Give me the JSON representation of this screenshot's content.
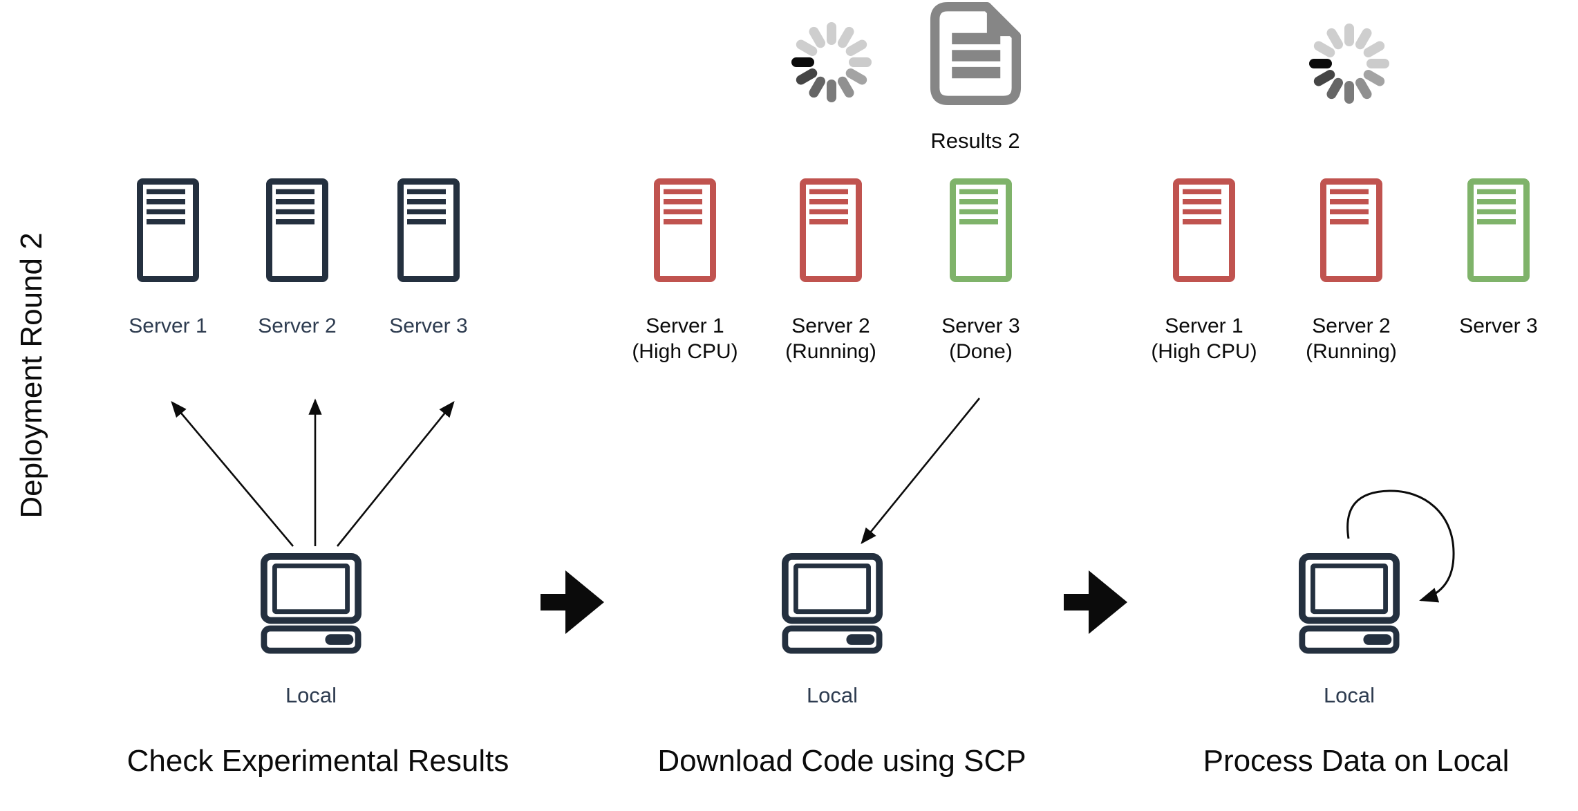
{
  "diagram": {
    "row_label": "Deployment Round 2",
    "icons": {
      "spinner": "loading-spinner-icon",
      "document": "results-document-icon",
      "server": "server-rack-icon",
      "computer": "local-computer-icon",
      "big_arrow": "next-step-arrow-icon",
      "fan_arrows": "local-to-servers-arrows",
      "scp_arrow": "server3-to-local-arrow",
      "loop_arrow": "local-self-loop-arrow"
    },
    "colors": {
      "server_navy": "#24303F",
      "server_busy_red": "#C0534F",
      "server_done_green": "#7FB36A",
      "document_gray": "#868686",
      "navy_text": "#2E3C50",
      "black_text": "#0B0B0B"
    },
    "panels": [
      {
        "caption": "Check Experimental Results",
        "local_label": "Local",
        "servers": [
          {
            "name": "Server 1",
            "status": "",
            "color": "navy"
          },
          {
            "name": "Server 2",
            "status": "",
            "color": "navy"
          },
          {
            "name": "Server 3",
            "status": "",
            "color": "navy"
          }
        ]
      },
      {
        "caption": "Download Code using SCP",
        "artifact_label": "Results 2",
        "local_label": "Local",
        "servers": [
          {
            "name": "Server 1",
            "status": "(High CPU)",
            "color": "red"
          },
          {
            "name": "Server 2",
            "status": "(Running)",
            "color": "red"
          },
          {
            "name": "Server 3",
            "status": "(Done)",
            "color": "green"
          }
        ]
      },
      {
        "caption": "Process Data on Local",
        "local_label": "Local",
        "servers": [
          {
            "name": "Server 1",
            "status": "(High CPU)",
            "color": "red"
          },
          {
            "name": "Server 2",
            "status": "(Running)",
            "color": "red"
          },
          {
            "name": "Server 3",
            "status": "",
            "color": "green"
          }
        ]
      }
    ]
  }
}
